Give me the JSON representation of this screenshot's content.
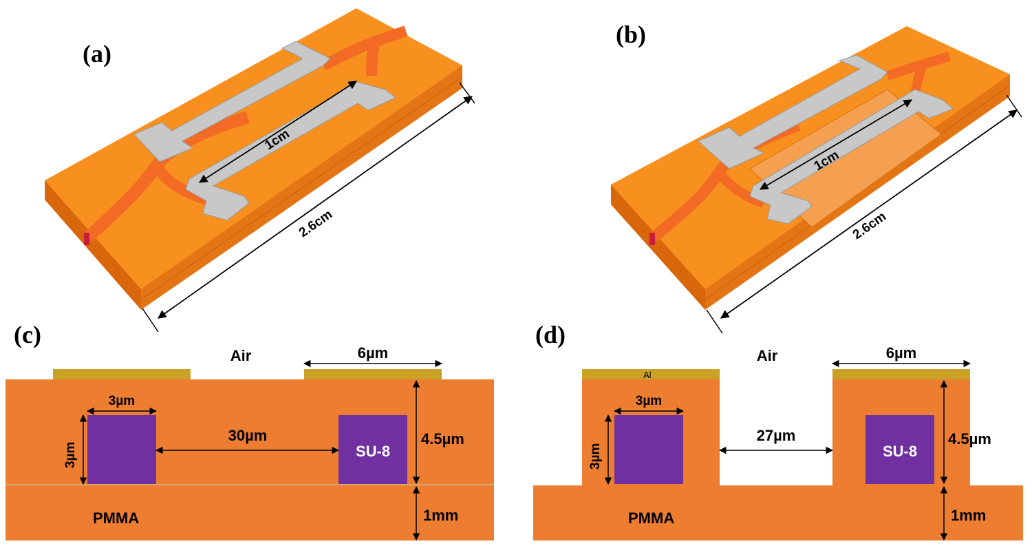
{
  "panels": {
    "a": {
      "label": "(a)",
      "inner_length": "1cm",
      "outer_length": "2.6cm"
    },
    "b": {
      "label": "(b)",
      "inner_length": "1cm",
      "outer_length": "2.6cm"
    },
    "c": {
      "label": "(c)",
      "air": "Air",
      "electrode_width": "6µm",
      "core_width": "3µm",
      "core_height": "3µm",
      "gap": "30µm",
      "core_material": "SU-8",
      "cladding_height": "4.5µm",
      "substrate": "PMMA",
      "substrate_thickness": "1mm"
    },
    "d": {
      "label": "(d)",
      "air": "Air",
      "electrode_width": "6µm",
      "electrode_material": "Al",
      "core_width": "3µm",
      "core_height": "3µm",
      "gap": "27µm",
      "core_material": "SU-8",
      "cladding_height": "4.5µm",
      "substrate": "PMMA",
      "substrate_thickness": "1mm"
    }
  },
  "colors": {
    "cladding": "#ED7D31",
    "core": "#7030A0",
    "electrode": "#C9A227",
    "aluminium_pad": "#C8C8C8",
    "chip_top": "#F5891F",
    "chip_side": "#E0700F",
    "waveguide": "#F26A23"
  }
}
